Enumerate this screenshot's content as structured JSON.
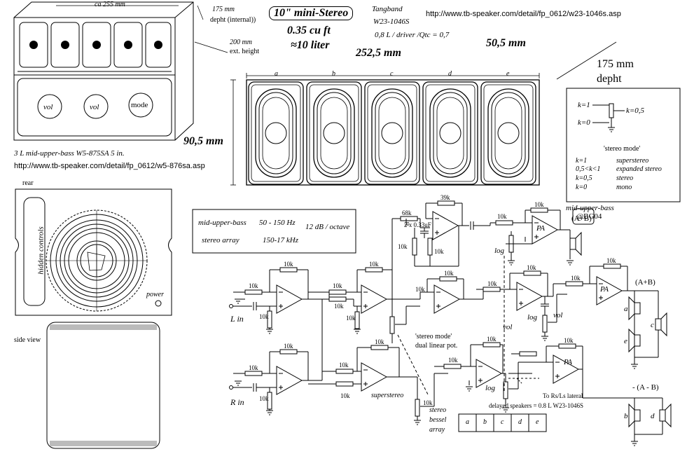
{
  "header": {
    "title": "10\" mini-Stereo",
    "volume_cuft": "0.35 cu ft",
    "volume_liter": "≈10 liter",
    "driver_brand": "Tangband",
    "driver_model": "W23-1046S",
    "driver_spec": "0,8 L /  driver /Qtc = 0,7",
    "driver_url": "http://www.tb-speaker.com/detail/fp_0612/w23-1046s.asp"
  },
  "enclosure": {
    "width_approx": "ca 255 mm",
    "depth_internal": "175 mm",
    "depth_internal_note": "depht (internal))",
    "ext_height": "200 mm",
    "ext_height_note": "ext. height",
    "knobs": [
      "vol",
      "vol",
      "mode"
    ],
    "bass_driver_note": "3 L mid-upper-bass  W5-875SA 5 in.",
    "bass_driver_url": "http://www.tb-speaker.com/detail/fp_0612/w5-876sa.asp"
  },
  "baffle": {
    "width": "252,5 mm",
    "height": "90,5 mm",
    "driver_width": "50,5 mm",
    "depth": "175 mm",
    "depth_label": "depht",
    "driver_labels": [
      "a",
      "b",
      "c",
      "d",
      "e"
    ]
  },
  "stereo_mode_box": {
    "k1": "k=1",
    "k0": "k=0",
    "k05": "k=0,5",
    "caption": "'stereo mode'",
    "rows": [
      {
        "k": "k=1",
        "desc": "superstereo"
      },
      {
        "k": "0,5<k<1",
        "desc": "expanded  stereo"
      },
      {
        "k": "k=0,5",
        "desc": "stereo"
      },
      {
        "k": "k=0",
        "desc": "mono"
      }
    ]
  },
  "rear": {
    "label": "rear",
    "hidden_controls": "hidden controls",
    "power": "power"
  },
  "side_view": {
    "label": "side view"
  },
  "spec_box": {
    "row1_name": "mid-upper-bass",
    "row1_range": "50 - 150 Hz",
    "slope": "12 dB / octave",
    "row2_name": "stereo array",
    "row2_range": "150-17 kHz"
  },
  "schematic": {
    "credit": "@BG04",
    "mub_label": "mid-upper-bass",
    "a_plus_b": "(A+B)",
    "a_plus_b_2": "(A+B)",
    "a_minus_b": "- (A - B)",
    "l_in": "L in",
    "r_in": "R in",
    "superstereo": "superstereo",
    "stereo_mode_pot": "'stereo mode'",
    "dual_linear_pot": "dual linear pot.",
    "stereo_bessel": [
      "stereo",
      "bessel",
      "array"
    ],
    "vol": "vol",
    "vol2": "vol",
    "log": "log",
    "pa": "PA",
    "cap": "2 x 0.33uF",
    "rs_note": "To Rs/Ls lateral",
    "rs_note2": "delayed speakers = 0.8 L  W23-1046S",
    "resistors": [
      "39k",
      "68k",
      "10k",
      "10k",
      "10k",
      "10k",
      "10k",
      "10k",
      "10k",
      "10k",
      "10k",
      "10k",
      "10k",
      "10k",
      "10k",
      "10k",
      "10k",
      "10k",
      "10k",
      "10k",
      "10k",
      "10k",
      "10k"
    ],
    "bessel_cells": [
      "a",
      "b",
      "c",
      "d",
      "e"
    ],
    "speaker_labels": [
      "a",
      "e",
      "c",
      "b",
      "d"
    ]
  }
}
